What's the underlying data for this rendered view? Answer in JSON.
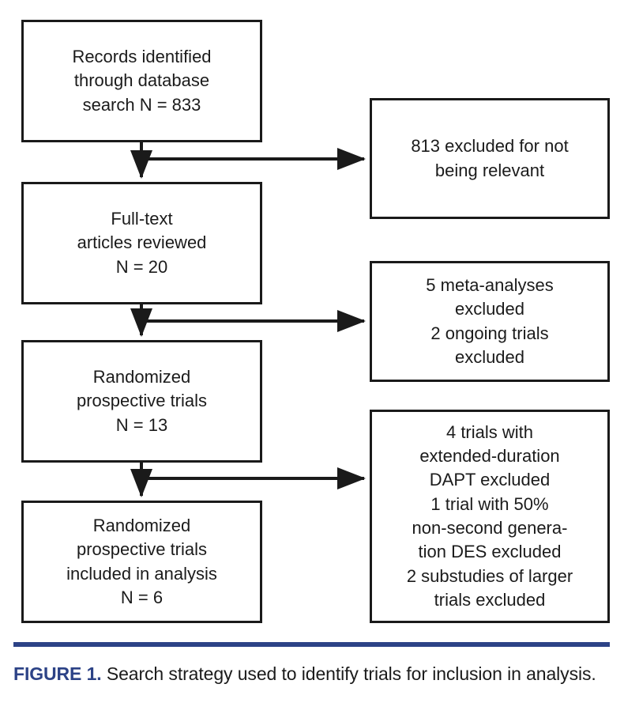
{
  "figure": {
    "type": "flowchart",
    "orientation": "top-to-bottom with right-side exclusion branches",
    "nodes": {
      "records_identified": "Records identified\nthrough database\nsearch N = 833",
      "fulltext_reviewed": "Full-text\narticles reviewed\nN = 20",
      "randomized_trials": "Randomized\nprospective trials\nN = 13",
      "included_trials": "Randomized\nprospective trials\nincluded in analysis\nN = 6",
      "excluded_not_relevant": "813 excluded for not\nbeing relevant",
      "excluded_meta_ongoing": "5 meta-analyses\nexcluded\n2 ongoing trials\nexcluded",
      "excluded_dapt_des_substudies": "4 trials with\nextended-duration\nDAPT excluded\n1 trial with 50%\nnon-second genera-\ntion DES excluded\n2 substudies of larger\ntrials excluded"
    }
  },
  "caption": {
    "figure_label": "FIGURE 1.",
    "text": " Search strategy used to identify trials for inclusion in analysis."
  },
  "colors": {
    "rule_bar": "#2c4286",
    "figure_label": "#2c4286",
    "box_border": "#1a1a1a",
    "text": "#1b1b1b",
    "background": "#ffffff"
  }
}
